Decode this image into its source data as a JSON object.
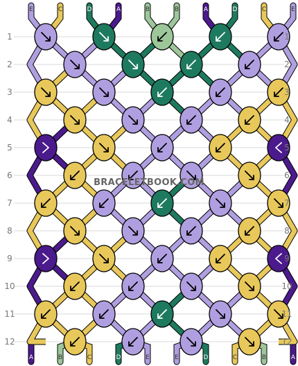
{
  "watermark": "BRACELETBOOK.COM",
  "row_labels": [
    "1",
    "2",
    "3",
    "4",
    "5",
    "6",
    "7",
    "8",
    "9",
    "10",
    "11",
    "12"
  ],
  "colors": {
    "A": "#4b1a8c",
    "B": "#9dc79a",
    "C": "#e8c85a",
    "D": "#1e7a5e",
    "E": "#b09fe0"
  },
  "top_threads": [
    "E",
    "C",
    "D",
    "A",
    "B",
    "B",
    "A",
    "D",
    "C",
    "E"
  ],
  "bottom_threads": [
    "A",
    "B",
    "C",
    "D",
    "E",
    "E",
    "D",
    "C",
    "B",
    "A"
  ],
  "knot_rows": [
    [
      {
        "c": "E",
        "d": "r"
      },
      {
        "c": "D",
        "d": "r"
      },
      {
        "c": "B",
        "d": "l"
      },
      {
        "c": "D",
        "d": "l"
      },
      {
        "c": "E",
        "d": "l"
      }
    ],
    [
      {
        "c": "E",
        "d": "r"
      },
      {
        "c": "D",
        "d": "r"
      },
      {
        "c": "D",
        "d": "l"
      },
      {
        "c": "E",
        "d": "l"
      }
    ],
    [
      {
        "c": "C",
        "d": "r"
      },
      {
        "c": "E",
        "d": "r"
      },
      {
        "c": "D",
        "d": "l"
      },
      {
        "c": "E",
        "d": "l"
      },
      {
        "c": "C",
        "d": "l"
      }
    ],
    [
      {
        "c": "C",
        "d": "r"
      },
      {
        "c": "E",
        "d": "r"
      },
      {
        "c": "E",
        "d": "l"
      },
      {
        "c": "C",
        "d": "l"
      }
    ],
    [
      {
        "c": "A",
        "d": "rr"
      },
      {
        "c": "C",
        "d": "r"
      },
      {
        "c": "E",
        "d": "l"
      },
      {
        "c": "C",
        "d": "l"
      },
      {
        "c": "A",
        "d": "ll"
      }
    ],
    [
      {
        "c": "C",
        "d": "l"
      },
      {
        "c": "E",
        "d": "l"
      },
      {
        "c": "E",
        "d": "r"
      },
      {
        "c": "C",
        "d": "r"
      }
    ],
    [
      {
        "c": "C",
        "d": "l"
      },
      {
        "c": "E",
        "d": "l"
      },
      {
        "c": "D",
        "d": "l"
      },
      {
        "c": "E",
        "d": "r"
      },
      {
        "c": "C",
        "d": "r"
      }
    ],
    [
      {
        "c": "C",
        "d": "r"
      },
      {
        "c": "E",
        "d": "r"
      },
      {
        "c": "E",
        "d": "l"
      },
      {
        "c": "C",
        "d": "l"
      }
    ],
    [
      {
        "c": "A",
        "d": "rr"
      },
      {
        "c": "C",
        "d": "r"
      },
      {
        "c": "E",
        "d": "l"
      },
      {
        "c": "C",
        "d": "l"
      },
      {
        "c": "A",
        "d": "ll"
      }
    ],
    [
      {
        "c": "C",
        "d": "l"
      },
      {
        "c": "E",
        "d": "l"
      },
      {
        "c": "E",
        "d": "r"
      },
      {
        "c": "C",
        "d": "r"
      }
    ],
    [
      {
        "c": "C",
        "d": "l"
      },
      {
        "c": "E",
        "d": "l"
      },
      {
        "c": "D",
        "d": "l"
      },
      {
        "c": "E",
        "d": "r"
      },
      {
        "c": "C",
        "d": "r"
      }
    ],
    [
      {
        "c": "C",
        "d": "l"
      },
      {
        "c": "E",
        "d": "l"
      },
      {
        "c": "E",
        "d": "r"
      },
      {
        "c": "C",
        "d": "r"
      }
    ]
  ]
}
